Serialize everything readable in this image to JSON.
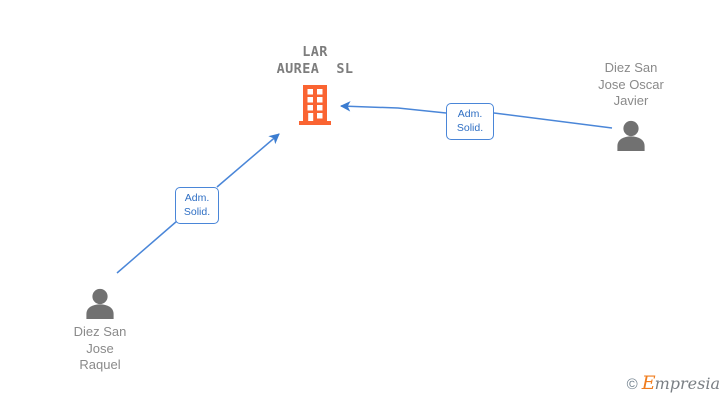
{
  "graph": {
    "background_color": "#ffffff",
    "edge_color": "#4a86d8",
    "company_color": "#fa6432",
    "person_color": "#717171",
    "label_text_color": "#2f6fc4"
  },
  "company": {
    "name_line1": "LAR",
    "name_line2": "AUREA  SL",
    "icon": "building-icon"
  },
  "people": [
    {
      "id": "diez-san-jose-oscar-javier",
      "name": "Diez San\nJose Oscar\nJavier",
      "icon": "person-icon",
      "position": "right"
    },
    {
      "id": "diez-san-jose-raquel",
      "name": "Diez San\nJose\nRaquel",
      "icon": "person-icon",
      "position": "bottom-left"
    }
  ],
  "relations": [
    {
      "id": "rel-oscar-javier",
      "from": "diez-san-jose-oscar-javier",
      "to": "lar-aurea-sl",
      "label": "Adm.\nSolid."
    },
    {
      "id": "rel-raquel",
      "from": "diez-san-jose-raquel",
      "to": "lar-aurea-sl",
      "label": "Adm.\nSolid."
    }
  ],
  "watermark": {
    "copyright": "©",
    "brand_initial": "E",
    "brand_rest": "mpresia"
  }
}
